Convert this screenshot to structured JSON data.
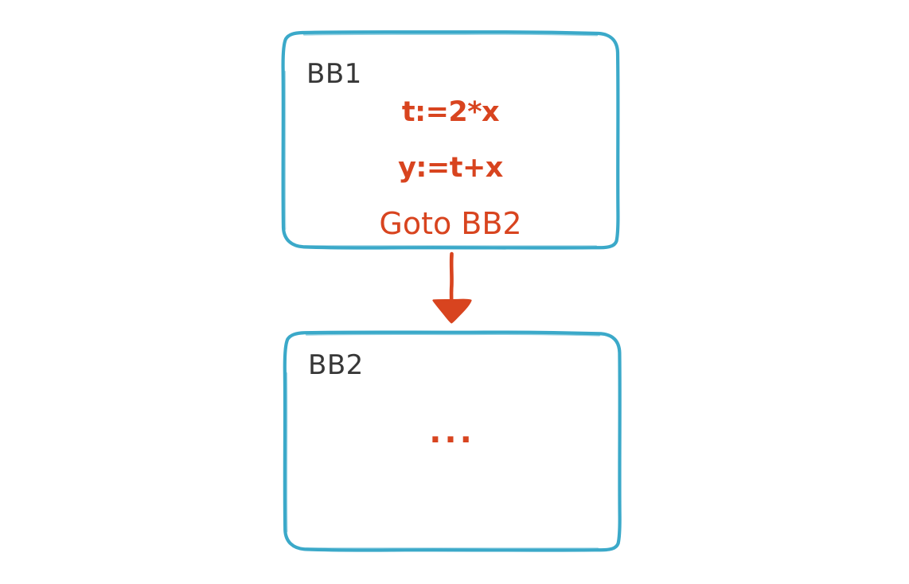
{
  "diagram": {
    "type": "control-flow-graph",
    "background_color": "#ffffff",
    "box_border_color": "#3ba9c9",
    "statement_color": "#d8441f",
    "label_color": "#373737",
    "edge_color": "#d8441f"
  },
  "blocks": [
    {
      "id": "BB1",
      "label": "BB1",
      "statements": [
        "t:=2*x",
        "y:=t+x",
        "Goto BB2"
      ]
    },
    {
      "id": "BB2",
      "label": "BB2",
      "statements": [
        "..."
      ]
    }
  ],
  "edges": [
    {
      "from": "BB1",
      "to": "BB2",
      "label": ""
    }
  ]
}
